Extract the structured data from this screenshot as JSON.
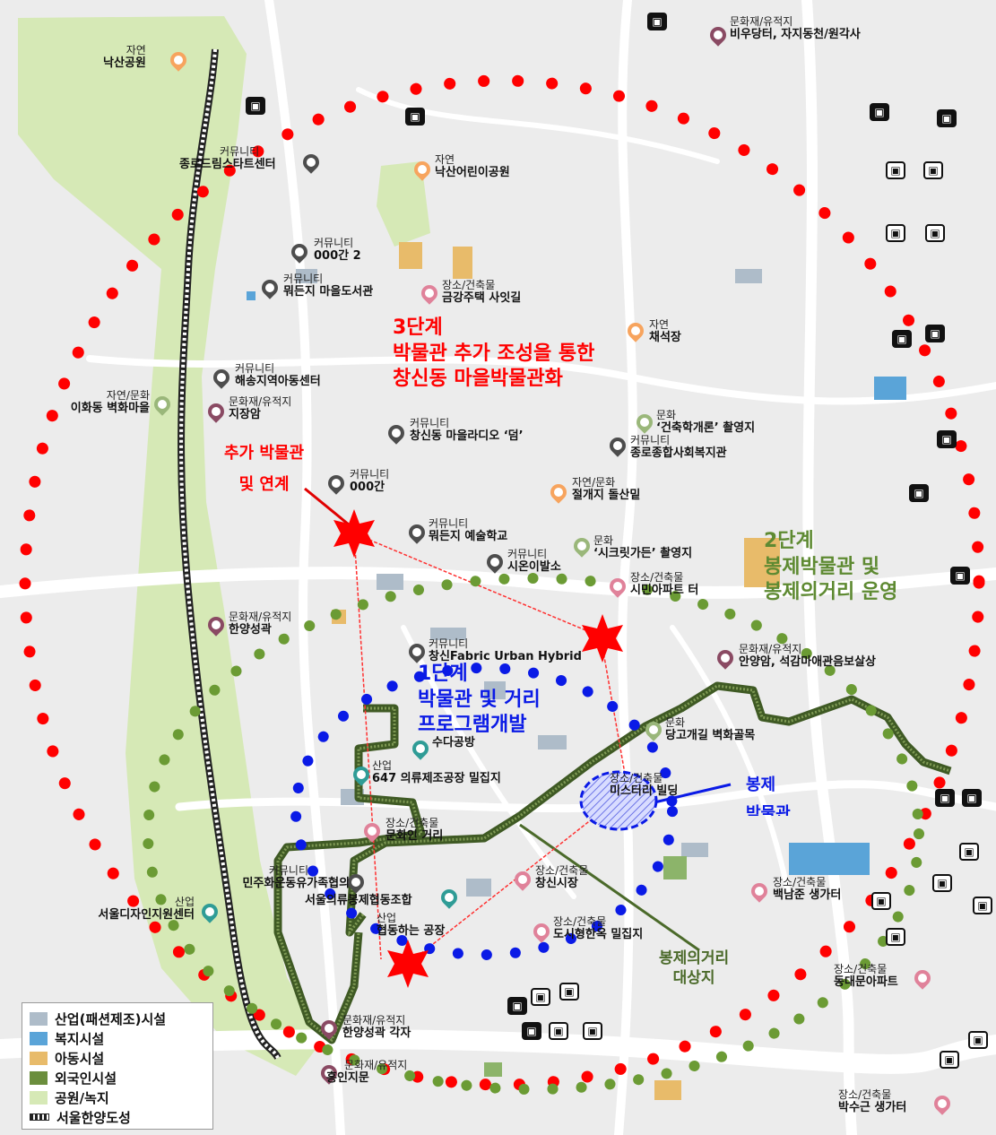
{
  "colors": {
    "phase3": "#ff0000",
    "phase2": "#5e8a32",
    "phase1": "#0a1ae6",
    "route": "#4b6a2a",
    "park": "#d6e9b6"
  },
  "phases": {
    "phase3": {
      "title": "3단계",
      "line1": "박물관 추가 조성을 통한",
      "line2": "창신동 마을박물관화"
    },
    "phase2": {
      "title": "2단계",
      "line1": "봉제박물관 및",
      "line2": "봉제의거리 운영"
    },
    "phase1": {
      "title": "1단계",
      "line1": "박물관 및 거리",
      "line2": "프로그램개발"
    }
  },
  "annotations": {
    "extra_museum_1": "추가 박물관",
    "extra_museum_2": "및 연계",
    "bongje_1": "봉제",
    "bongje_2": "박물관",
    "street_1": "봉제의거리",
    "street_2": "대상지"
  },
  "pois": [
    {
      "cat": "자연",
      "name": "낙산공원",
      "icon": "nat"
    },
    {
      "cat": "문화재/유적지",
      "name": "비우당터, 자지동천/원각사",
      "icon": "heri"
    },
    {
      "cat": "커뮤니티",
      "name": "종로드림스타트센터",
      "icon": "comm"
    },
    {
      "cat": "자연",
      "name": "낙산어린이공원",
      "icon": "nat"
    },
    {
      "cat": "커뮤니티",
      "name": "000간 2",
      "icon": "comm"
    },
    {
      "cat": "커뮤니티",
      "name": "뭐든지 마을도서관",
      "icon": "comm"
    },
    {
      "cat": "장소/건축물",
      "name": "금강주택 사잇길",
      "icon": "place"
    },
    {
      "cat": "자연",
      "name": "채석장",
      "icon": "nat"
    },
    {
      "cat": "커뮤니티",
      "name": "해송지역아동센터",
      "icon": "comm"
    },
    {
      "cat": "자연/문화",
      "name": "이화동 벽화마을",
      "icon": "cult"
    },
    {
      "cat": "문화재/유적지",
      "name": "지장암",
      "icon": "heri"
    },
    {
      "cat": "커뮤니티",
      "name": "창신동 마을라디오 ‘덤’",
      "icon": "comm"
    },
    {
      "cat": "문화",
      "name": "‘건축학개론’ 촬영지",
      "icon": "cult"
    },
    {
      "cat": "커뮤니티",
      "name": "종로종합사회복지관",
      "icon": "comm"
    },
    {
      "cat": "커뮤니티",
      "name": "000간",
      "icon": "comm"
    },
    {
      "cat": "자연/문화",
      "name": "절개지 돌산밑",
      "icon": "nat"
    },
    {
      "cat": "커뮤니티",
      "name": "뭐든지 예술학교",
      "icon": "comm"
    },
    {
      "cat": "문화",
      "name": "‘시크릿가든’ 촬영지",
      "icon": "cult"
    },
    {
      "cat": "커뮤니티",
      "name": "시온이발소",
      "icon": "comm"
    },
    {
      "cat": "장소/건축물",
      "name": "시민아파트 터",
      "icon": "place"
    },
    {
      "cat": "문화재/유적지",
      "name": "한양성곽",
      "icon": "heri"
    },
    {
      "cat": "커뮤니티",
      "name": "창신Fabric Urban Hybrid",
      "icon": "comm"
    },
    {
      "cat": "문화재/유적지",
      "name": "안양암, 석감마애관음보살상",
      "icon": "heri"
    },
    {
      "cat": "문화",
      "name": "당고개길 벽화골목",
      "icon": "cult"
    },
    {
      "cat": "",
      "name": "수다공방",
      "icon": "ind"
    },
    {
      "cat": "산업",
      "name": "647 의류제조공장 밀집지",
      "icon": "ind"
    },
    {
      "cat": "장소/건축물",
      "name": "미스터리 빌딩",
      "icon": "place"
    },
    {
      "cat": "장소/건축물",
      "name": "문화인 거리",
      "icon": "place"
    },
    {
      "cat": "커뮤니티",
      "name": "민주화운동유가족협의회",
      "icon": "comm"
    },
    {
      "cat": "",
      "name": "서울의류봉제협동조합",
      "icon": "comm"
    },
    {
      "cat": "장소/건축물",
      "name": "창신시장",
      "icon": "place"
    },
    {
      "cat": "장소/건축물",
      "name": "백남준 생가터",
      "icon": "place"
    },
    {
      "cat": "산업",
      "name": "서울디자인지원센터",
      "icon": "ind"
    },
    {
      "cat": "산업",
      "name": "협동하는 공장",
      "icon": "ind"
    },
    {
      "cat": "장소/건축물",
      "name": "도시형한옥 밀집지",
      "icon": "place"
    },
    {
      "cat": "장소/건축물",
      "name": "동대문아파트",
      "icon": "place"
    },
    {
      "cat": "문화재/유적지",
      "name": "한양성곽 각자",
      "icon": "heri"
    },
    {
      "cat": "문화재/유적지",
      "name": "흥인지문",
      "icon": "heri"
    },
    {
      "cat": "장소/건축물",
      "name": "박수근 생가터",
      "icon": "place"
    }
  ],
  "bus_glyph": "▣",
  "legend": [
    {
      "label": "산업(패션제조)시설",
      "color": "#aebcc9"
    },
    {
      "label": "복지시설",
      "color": "#5aa4d8"
    },
    {
      "label": "아동시설",
      "color": "#e8bb6a"
    },
    {
      "label": "외국인시설",
      "color": "#6b8e3d"
    },
    {
      "label": "공원/녹지",
      "color": "#d6e9b6"
    },
    {
      "label": "서울한양도성",
      "color": "#222222"
    }
  ]
}
